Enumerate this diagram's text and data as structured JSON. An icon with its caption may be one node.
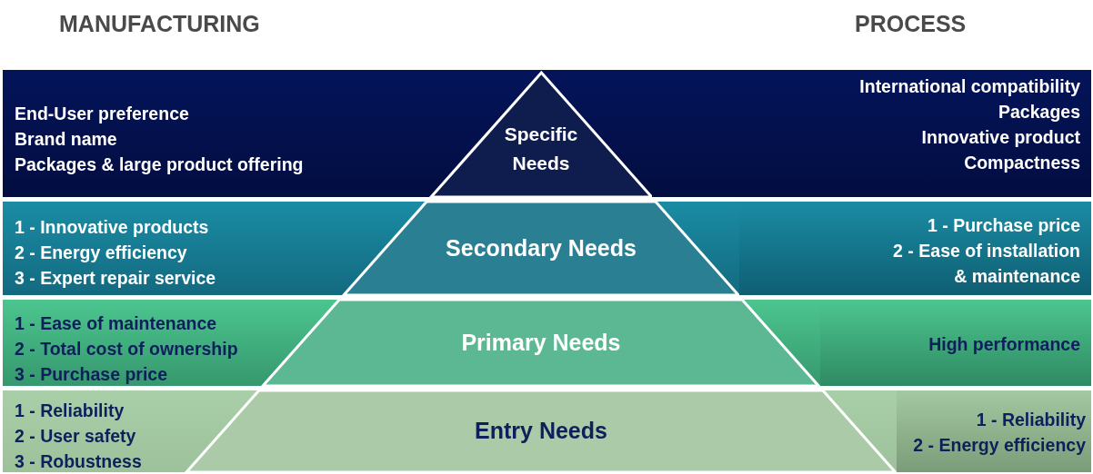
{
  "diagram": {
    "nodes": [
      {
        "text": [
          "End-User preference",
          "Brand name",
          "Packages & large product offering"
        ]
      },
      {
        "text": [
          "Specific Needs"
        ],
        "in": 0
      },
      {
        "text": [
          "International compatibility",
          "Packages",
          "Innovative product",
          "Compactness"
        ],
        "in": 0
      },
      {
        "text": [
          "1 - Innovative products",
          "2 - Energy efficiency",
          "3 - Expert repair service"
        ]
      },
      {
        "text": [
          "Secondary Needs"
        ],
        "in": 3
      },
      {
        "text": [
          "1 - Purchase price",
          "2 - Ease of installation & maintenance"
        ],
        "in": 3
      },
      {
        "text": [
          "1 - Ease of maintenance",
          "2 - Total cost of ownership",
          "3 - Purchase price"
        ]
      },
      {
        "text": [
          "Primary Needs"
        ],
        "in": 6
      },
      {
        "text": [
          "High performance"
        ],
        "in": 6
      },
      {
        "text": [
          "1 - Reliability",
          "2 - User safety",
          "3 - Robustness"
        ]
      },
      {
        "text": [
          "Entry Needs"
        ],
        "in": 9
      },
      {
        "text": [
          "1 - Reliability",
          "2 - Energy efficiency"
        ],
        "in": 9
      }
    ],
    "labels": [
      "MANUFACTURING",
      "PROCESS"
    ]
  }
}
